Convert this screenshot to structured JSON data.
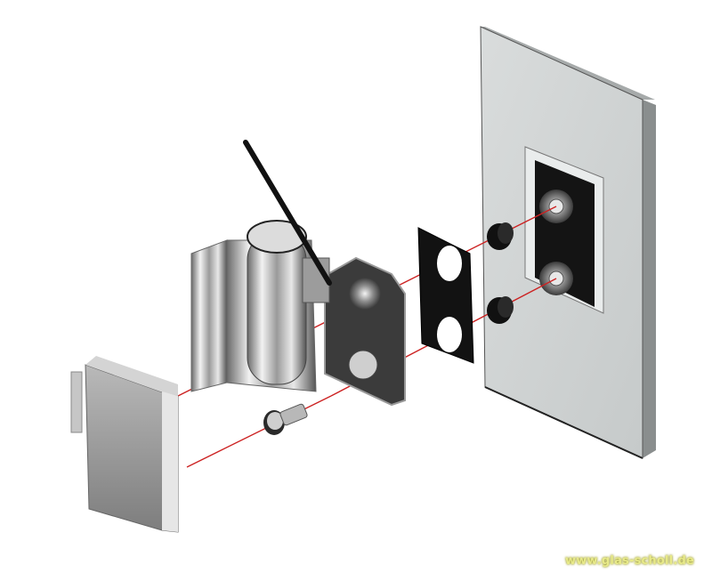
{
  "diagram": {
    "type": "exploded-assembly-view",
    "subject": "glass door hinge",
    "components": [
      {
        "id": "cover-cap",
        "label": "cover cap"
      },
      {
        "id": "hinge-body",
        "label": "hinge body with pin"
      },
      {
        "id": "hex-key",
        "label": "hex key"
      },
      {
        "id": "clamp-plate",
        "label": "clamp plate"
      },
      {
        "id": "screw",
        "label": "screw"
      },
      {
        "id": "gasket",
        "label": "gasket plate"
      },
      {
        "id": "bushings",
        "label": "spacer bushings"
      },
      {
        "id": "glass-panel",
        "label": "glass panel"
      },
      {
        "id": "counter-plate",
        "label": "counter plate with nuts"
      }
    ],
    "colors": {
      "assembly_line": "#cc2222",
      "chrome_light": "#e6e6e6",
      "chrome_dark": "#5a5a5a",
      "rubber": "#111111",
      "glass": "#d3d6d6"
    }
  },
  "watermark": {
    "text": "www.glas-scholl.de"
  }
}
